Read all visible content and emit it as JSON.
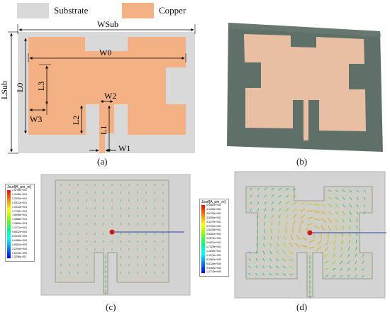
{
  "legend": {
    "substrate_label": "Substrate",
    "copper_label": "Copper",
    "substrate_color": "#d9d9d9",
    "copper_color": "#f4b183"
  },
  "diagram_a": {
    "dims": {
      "wsub": "WSub",
      "lsub": "LSub",
      "w0": "W0",
      "l0": "L0",
      "l3": "L3",
      "w3": "W3",
      "l2": "L2",
      "w2": "W2",
      "l1": "L1",
      "w1": "W1"
    }
  },
  "captions": {
    "a": "(a)",
    "b": "(b)",
    "c": "(c)",
    "d": "(d)"
  },
  "photo_b": {
    "board_color": "#5f7068",
    "copper_color": "#e8bfa2"
  },
  "scale_c": {
    "title": "Jsurf[A_per_m]",
    "labels": [
      "2.5746e+001",
      "2.4138e+001",
      "2.2530e+001",
      "2.0921e+001",
      "1.9313e+001",
      "1.7705e+001",
      "1.6096e+001",
      "1.4488e+001",
      "1.2880e+001",
      "1.1271e+001",
      "9.6632e+000",
      "8.0549e+000",
      "6.4466e+000",
      "4.8382e+000",
      "3.2299e+000",
      "1.6216e+000",
      "1.3258e-002"
    ]
  },
  "scale_d": {
    "title": "Jsurf[A_per_m]",
    "labels": [
      "4.4081e+001",
      "4.1406e+001",
      "3.8730e+001",
      "3.6054e+001",
      "3.3379e+001",
      "3.0703e+001",
      "2.8028e+001",
      "2.5352e+001",
      "2.2676e+001",
      "2.0001e+001",
      "1.7325e+001",
      "1.4649e+001",
      "1.1974e+001",
      "9.2982e+000",
      "6.6226e+000",
      "3.9469e+000",
      "1.2713e+000"
    ]
  }
}
